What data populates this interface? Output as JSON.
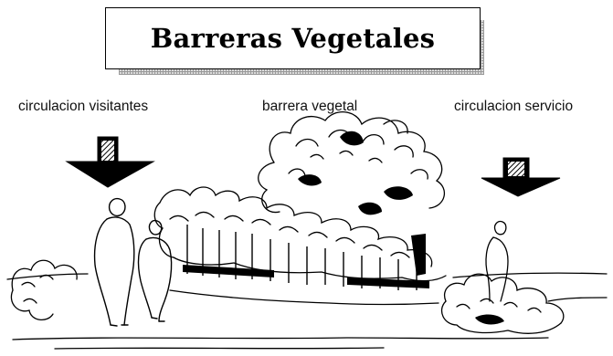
{
  "title": "Barreras Vegetales",
  "labels": {
    "left": "circulacion visitantes",
    "center": "barrera vegetal",
    "right": "circulacion servicio"
  },
  "colors": {
    "ink": "#000000",
    "background": "#ffffff",
    "shadow_grid": "#9a9a9a"
  },
  "icons": {
    "left_arrow": "down-arrow-icon",
    "right_arrow": "down-arrow-icon"
  }
}
